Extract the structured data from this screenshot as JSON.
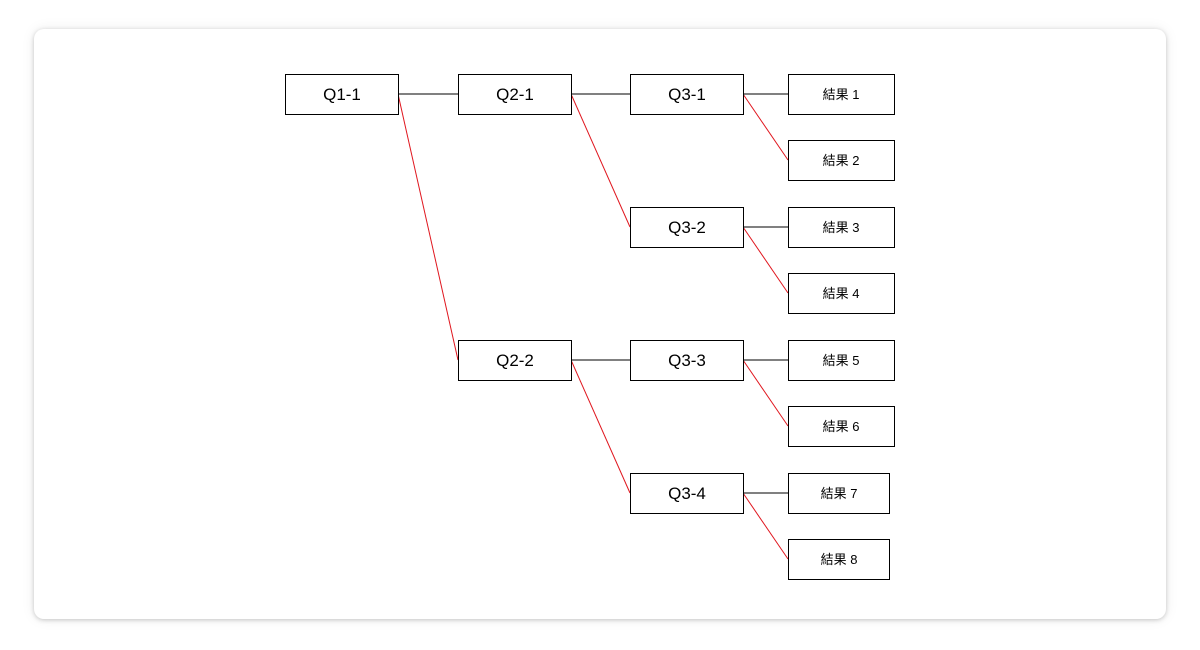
{
  "diagram": {
    "type": "decision-tree",
    "colors": {
      "background": "#ffffff",
      "box_border": "#000000",
      "text": "#000000",
      "edge_yes": "#000000",
      "edge_no": "#e0161e"
    },
    "nodes": [
      {
        "id": "q1_1",
        "label": "Q1-1",
        "kind": "question"
      },
      {
        "id": "q2_1",
        "label": "Q2-1",
        "kind": "question"
      },
      {
        "id": "q2_2",
        "label": "Q2-2",
        "kind": "question"
      },
      {
        "id": "q3_1",
        "label": "Q3-1",
        "kind": "question"
      },
      {
        "id": "q3_2",
        "label": "Q3-2",
        "kind": "question"
      },
      {
        "id": "q3_3",
        "label": "Q3-3",
        "kind": "question"
      },
      {
        "id": "q3_4",
        "label": "Q3-4",
        "kind": "question"
      },
      {
        "id": "r1",
        "label": "結果 1",
        "kind": "result"
      },
      {
        "id": "r2",
        "label": "結果 2",
        "kind": "result"
      },
      {
        "id": "r3",
        "label": "結果 3",
        "kind": "result"
      },
      {
        "id": "r4",
        "label": "結果 4",
        "kind": "result"
      },
      {
        "id": "r5",
        "label": "結果 5",
        "kind": "result"
      },
      {
        "id": "r6",
        "label": "結果 6",
        "kind": "result"
      },
      {
        "id": "r7",
        "label": "結果 7",
        "kind": "result"
      },
      {
        "id": "r8",
        "label": "結果 8",
        "kind": "result"
      }
    ],
    "edges": [
      {
        "from": "q1_1",
        "to": "q2_1",
        "color": "#000000"
      },
      {
        "from": "q1_1",
        "to": "q2_2",
        "color": "#e0161e"
      },
      {
        "from": "q2_1",
        "to": "q3_1",
        "color": "#000000"
      },
      {
        "from": "q2_1",
        "to": "q3_2",
        "color": "#e0161e"
      },
      {
        "from": "q2_2",
        "to": "q3_3",
        "color": "#000000"
      },
      {
        "from": "q2_2",
        "to": "q3_4",
        "color": "#e0161e"
      },
      {
        "from": "q3_1",
        "to": "r1",
        "color": "#000000"
      },
      {
        "from": "q3_1",
        "to": "r2",
        "color": "#e0161e"
      },
      {
        "from": "q3_2",
        "to": "r3",
        "color": "#000000"
      },
      {
        "from": "q3_2",
        "to": "r4",
        "color": "#e0161e"
      },
      {
        "from": "q3_3",
        "to": "r5",
        "color": "#000000"
      },
      {
        "from": "q3_3",
        "to": "r6",
        "color": "#e0161e"
      },
      {
        "from": "q3_4",
        "to": "r7",
        "color": "#000000"
      },
      {
        "from": "q3_4",
        "to": "r8",
        "color": "#e0161e"
      }
    ]
  }
}
